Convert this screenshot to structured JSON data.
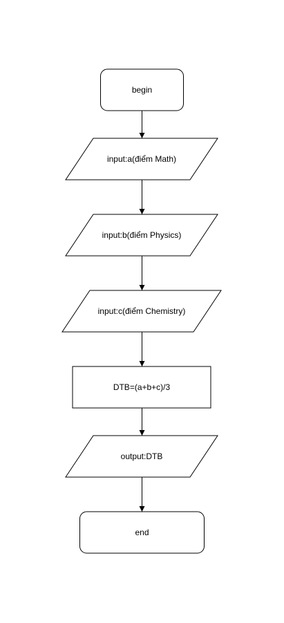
{
  "diagram": {
    "nodes": [
      {
        "id": "begin",
        "shape": "terminal",
        "label": "begin"
      },
      {
        "id": "input-a",
        "shape": "parallelogram",
        "label": "input:a(điểm Math)"
      },
      {
        "id": "input-b",
        "shape": "parallelogram",
        "label": "input:b(điểm Physics)"
      },
      {
        "id": "input-c",
        "shape": "parallelogram",
        "label": "input:c(điểm Chemistry)"
      },
      {
        "id": "compute-dtb",
        "shape": "process",
        "label": "DTB=(a+b+c)/3"
      },
      {
        "id": "output-dtb",
        "shape": "parallelogram",
        "label": "output:DTB"
      },
      {
        "id": "end",
        "shape": "terminal",
        "label": "end"
      }
    ],
    "edges": [
      {
        "from": "begin",
        "to": "input-a"
      },
      {
        "from": "input-a",
        "to": "input-b"
      },
      {
        "from": "input-b",
        "to": "input-c"
      },
      {
        "from": "input-c",
        "to": "compute-dtb"
      },
      {
        "from": "compute-dtb",
        "to": "output-dtb"
      },
      {
        "from": "output-dtb",
        "to": "end"
      }
    ],
    "colors": {
      "stroke": "#000000",
      "fill": "#ffffff",
      "background": "#ffffff",
      "text": "#000000"
    }
  }
}
